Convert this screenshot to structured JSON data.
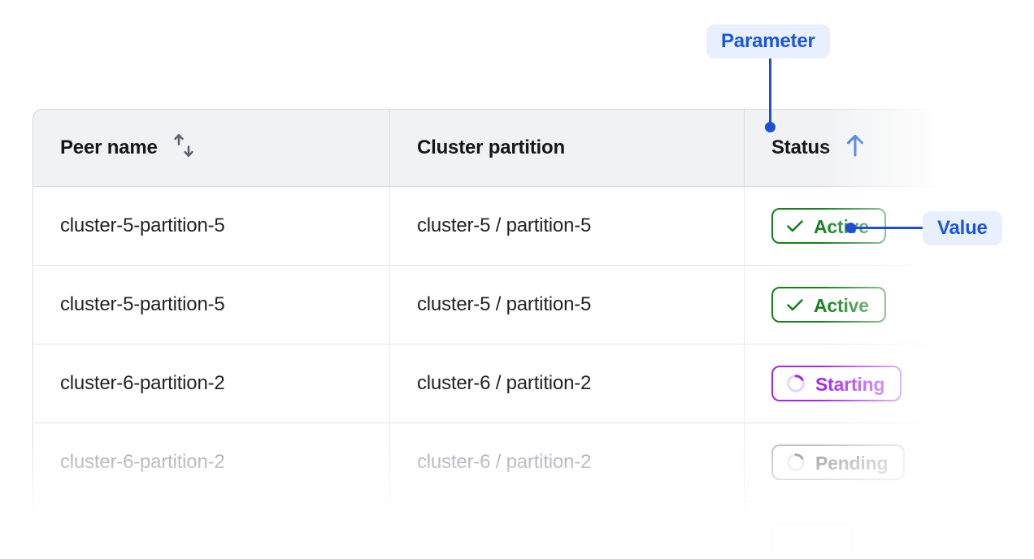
{
  "table": {
    "columns": [
      {
        "label": "Peer name",
        "sort_icon": "sort-both-icon",
        "sort_state": "none"
      },
      {
        "label": "Cluster partition",
        "sort_icon": "",
        "sort_state": "none"
      },
      {
        "label": "Status",
        "sort_icon": "arrow-up-icon",
        "sort_state": "ascending"
      }
    ],
    "rows": [
      {
        "peer_name": "cluster-5-partition-5",
        "cluster_partition": "cluster-5 / partition-5",
        "status": "Active",
        "status_kind": "active",
        "dim": false
      },
      {
        "peer_name": "cluster-5-partition-5",
        "cluster_partition": "cluster-5 / partition-5",
        "status": "Active",
        "status_kind": "active",
        "dim": false
      },
      {
        "peer_name": "cluster-6-partition-2",
        "cluster_partition": "cluster-6 / partition-2",
        "status": "Starting",
        "status_kind": "starting",
        "dim": false
      },
      {
        "peer_name": "cluster-6-partition-2",
        "cluster_partition": "cluster-6 / partition-2",
        "status": "Pending",
        "status_kind": "pending",
        "dim": true
      }
    ]
  },
  "callouts": {
    "parameter_label": "Parameter",
    "value_label": "Value"
  },
  "colors": {
    "accent_blue": "#1a4fd6",
    "badge_bg": "#e8f0fe",
    "badge_text": "#1a56db",
    "status_active": "#16801f",
    "status_starting": "#a626f0",
    "status_pending": "#8d9298",
    "header_bg": "#f1f2f4",
    "border": "#d7d9e0"
  }
}
